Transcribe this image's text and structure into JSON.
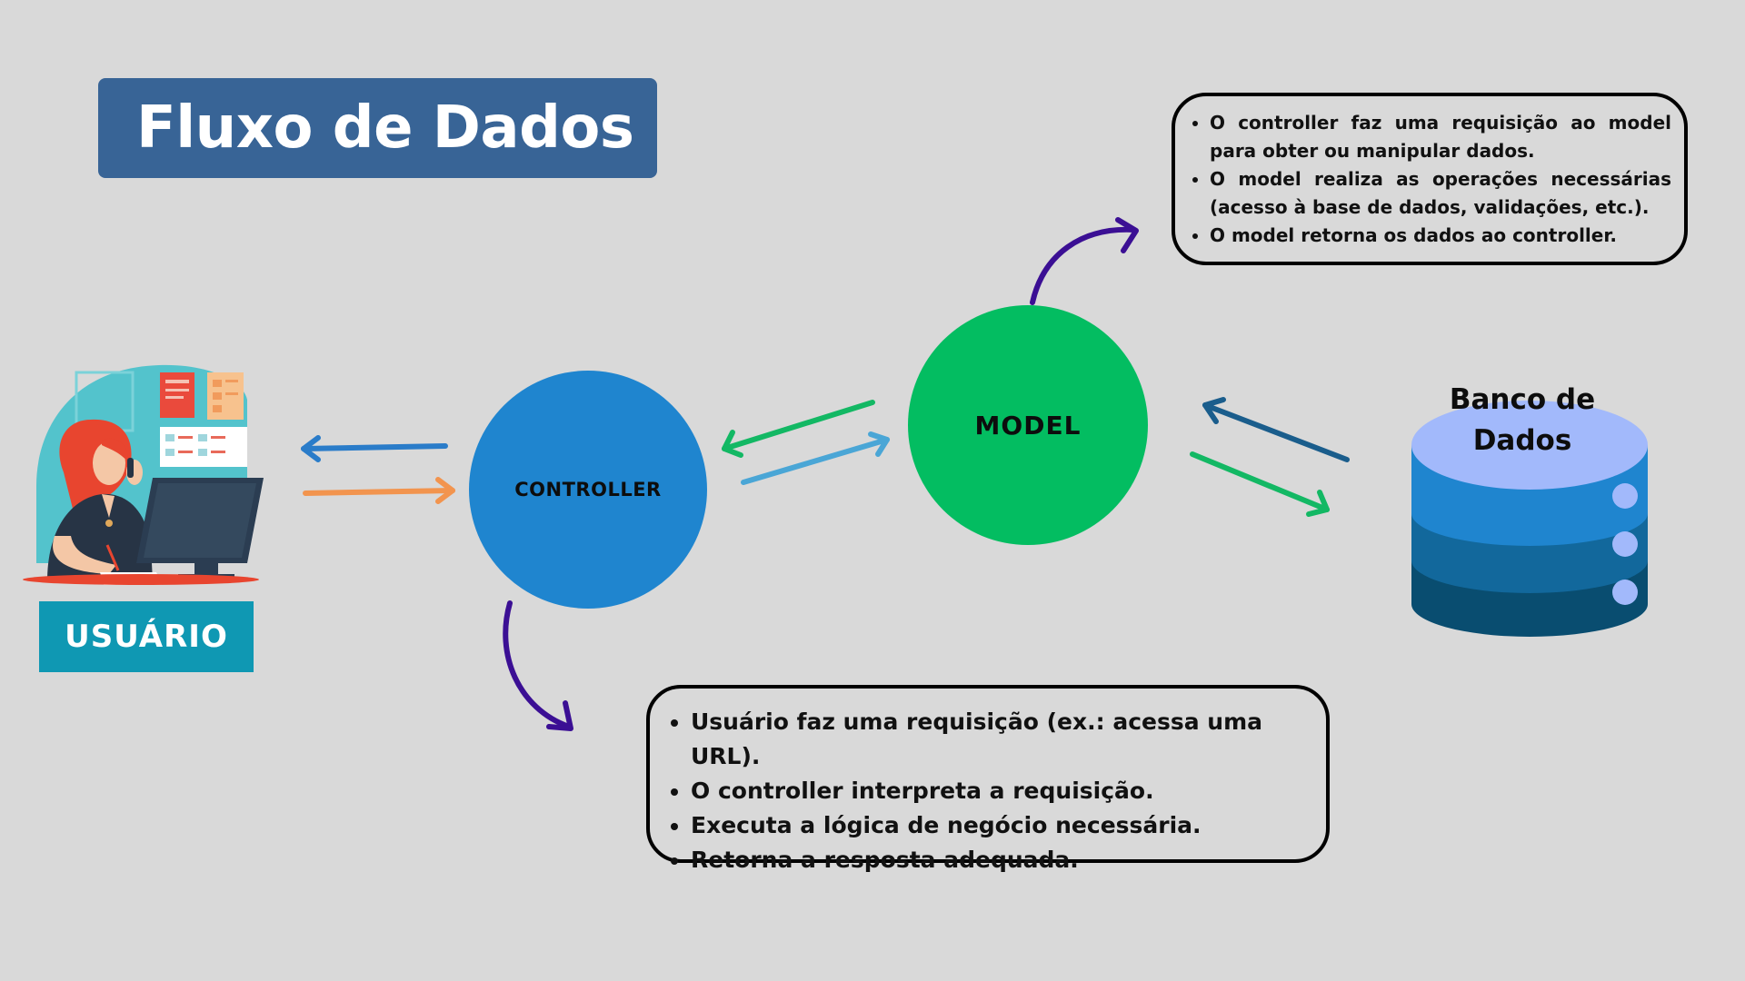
{
  "title": "Fluxo de Dados",
  "nodes": {
    "user": "USUÁRIO",
    "controller": "CONTROLLER",
    "model": "MODEL",
    "database": [
      "Banco de",
      "Dados"
    ]
  },
  "model_note": {
    "items": [
      "O controller faz uma requisição ao model para obter ou manipular dados.",
      "O model realiza as operações necessárias (acesso à base de dados, validações, etc.).",
      "O model retorna os dados ao controller."
    ]
  },
  "controller_note": {
    "items": [
      "Usuário faz uma requisição (ex.: acessa uma URL).",
      "O controller interpreta a requisição.",
      "Executa a lógica de negócio necessária.",
      "Retorna a resposta adequada."
    ]
  },
  "colors": {
    "background": "#d9d9d9",
    "title_bg": "#386496",
    "controller": "#1f85cf",
    "model": "#03bd61",
    "user_label": "#0f98b3",
    "arrow_blue": "#2a7cc9",
    "arrow_orange": "#f2944e",
    "arrow_green": "#13b864",
    "arrow_light_blue": "#4aa6d6",
    "arrow_dark_blue": "#1a5d8c",
    "arrow_purple": "#3b0f94",
    "db_top": "#a2b9fb",
    "db_layer1": "#1f85cf",
    "db_layer2": "#12689c",
    "db_layer3": "#094d70"
  },
  "icons": [
    "user-illustration",
    "database-icon",
    "arrow-icon"
  ]
}
